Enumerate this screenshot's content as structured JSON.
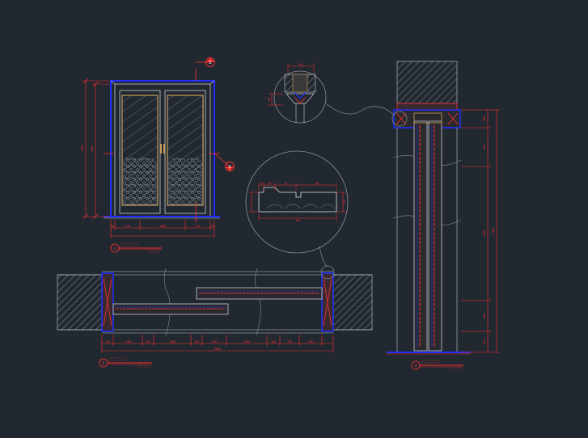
{
  "colors": {
    "background": "#212830",
    "line": "#c8ccd2",
    "dimension": "#ff3030",
    "section": "#2030ff",
    "hatch": "#8a8f96",
    "frame": "#c8a060"
  },
  "callouts": {
    "section_b": "2",
    "section_c": "2"
  },
  "titles": {
    "elevation_num": "1",
    "plan_num": "2",
    "section_num": "3"
  },
  "elevation": {
    "bottom_dims": [
      "50",
      "670",
      "1000",
      "670",
      "50"
    ],
    "side_dims": [
      "2100",
      "1950"
    ]
  },
  "plan": {
    "bottom_dims": [
      "100",
      "1100",
      "200",
      "1500",
      "200",
      "700",
      "1500",
      "200",
      "700",
      "100"
    ],
    "total": "5800"
  },
  "section": {
    "right_dims": [
      "100",
      "100",
      "1200",
      "800",
      "100"
    ],
    "total": "2100"
  },
  "details": {
    "top_dim": "60",
    "left_dim": "40",
    "profile_dims": [
      "12",
      "10",
      "25",
      "30"
    ],
    "profile_bottom": "100",
    "profile_right": "20"
  }
}
